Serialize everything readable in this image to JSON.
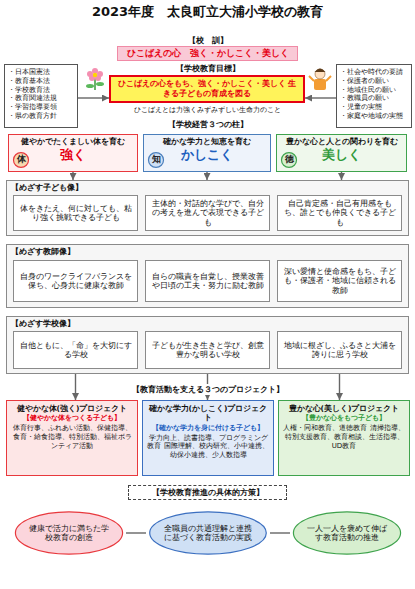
{
  "diagram": {
    "title": "2023年度　太良町立大浦小学校の教育",
    "nodes": [
      {
        "text": [
          "ひこばえの心　強く・かしこく・美しく"
        ]
      },
      {
        "text": [
          "・日本国憲法",
          "・教育基本法",
          "・学校教育法",
          "・教育関連法規",
          "・学習指導要領",
          "・県の教育方針"
        ]
      },
      {
        "text": [
          "ひこばえの心をもち、強く・かしこく・美しく 生きる子どもの育成を図る"
        ]
      },
      {
        "text": [
          "・社会や時代の要請",
          "・保護者の願い",
          "・地域住民の願い",
          "・教職員の願い",
          "・児童の実態",
          "・家庭や地域の実態"
        ]
      },
      {
        "text": [
          "健やかでたくましい体を育む",
          "強く"
        ]
      },
      {
        "text": [
          "体"
        ],
        "in": 4
      },
      {
        "text": [
          "確かな学力と知恵を育む",
          "かしこく"
        ]
      },
      {
        "text": [
          "知"
        ],
        "in": 6
      },
      {
        "text": [
          "豊かな心と人との関わりを育む",
          "美しく"
        ]
      },
      {
        "text": [
          "徳"
        ],
        "in": 8
      },
      {
        "text": [
          "【めざす子ども像】"
        ]
      },
      {
        "text": [
          "体をきたえ、何に対しても、粘り強く挑戦できる子ども"
        ],
        "in": 10
      },
      {
        "text": [
          "主体的・対話的な学びで、自分の考えを進んで表現できる子ども"
        ],
        "in": 10
      },
      {
        "text": [
          "自己肯定感・自己有用感をもち、誰とでも仲良くできる子ども"
        ],
        "in": 10
      },
      {
        "text": [
          "【めざす教師像】"
        ]
      },
      {
        "text": [
          "自身のワークライフバランスを保ち、心身共に健康な教師"
        ],
        "in": 14
      },
      {
        "text": [
          "自らの職責を自覚し、授業改善や日頃の工夫・努力に励む教師"
        ],
        "in": 14
      },
      {
        "text": [
          "深い愛情と使命感をもち、子ども・保護者・地域に信頼される教師"
        ],
        "in": 14
      },
      {
        "text": [
          "【めざす学校像】"
        ]
      },
      {
        "text": [
          "自他ともに、「命」を大切にする学校"
        ],
        "in": 18
      },
      {
        "text": [
          "子どもが生き生きと学び、創意豊かな明るい学校"
        ],
        "in": 18
      },
      {
        "text": [
          "地域に根ざし、ふるさと大浦を誇りに思う学校"
        ],
        "in": 18
      },
      {
        "text": [
          "健やかな体(強く)プロジェクト",
          "【健やかな体をつくる子ども】",
          "体育行事、ふれあい活動、保健指導、食育・給食指導、特別活動、福祉ボランティア活動"
        ]
      },
      {
        "text": [
          "確かな学力(かしこく)プロジェクト",
          "【確かな学力を身に付ける子ども】",
          "学力向上、読書指導、プログラミング教育 国際理解、校内研究、小中連携、幼保小連携、少人数指導"
        ]
      },
      {
        "text": [
          "豊かな心(美しく)プロジェクト",
          "【豊かな心をもつ子ども】",
          "人権・同和教育、道徳教育 清掃指導、特別支援教育、教育相談、生活指導、UD教育"
        ]
      },
      {
        "text": [
          "【学校教育推進の具体的方策】"
        ]
      },
      {
        "text": [
          "健康で活力に満ちた学校教育の創造"
        ]
      },
      {
        "text": [
          "全職員の共通理解と連携に基づく教育活動の実践"
        ]
      },
      {
        "text": [
          "一人一人を褒めて伸ばす教育活動の推進"
        ]
      }
    ],
    "edges": [
      {
        "from": 1,
        "to": 2,
        "arrow": "to"
      },
      {
        "from": 3,
        "to": 2,
        "arrow": "to"
      },
      {
        "from": 4,
        "to": 10,
        "arrow": "to"
      },
      {
        "from": 6,
        "to": 10,
        "arrow": "to"
      },
      {
        "from": 8,
        "to": 10,
        "arrow": "to"
      },
      {
        "from": 19,
        "to": 22,
        "arrow": "to"
      },
      {
        "from": 20,
        "to": 23,
        "arrow": "to"
      },
      {
        "from": 21,
        "to": 24,
        "arrow": "to"
      },
      {
        "from": 26,
        "to": 27,
        "arrow": "none"
      },
      {
        "from": 27,
        "to": 28,
        "arrow": "none"
      }
    ],
    "labels": [
      "【校　訓】",
      "【学校教育目標】",
      "ひこばえとは力強くみずみずしい生命力のこと",
      "【学校経営３つの柱】",
      "【教育活動を支える３つのプロジェクト】"
    ]
  }
}
